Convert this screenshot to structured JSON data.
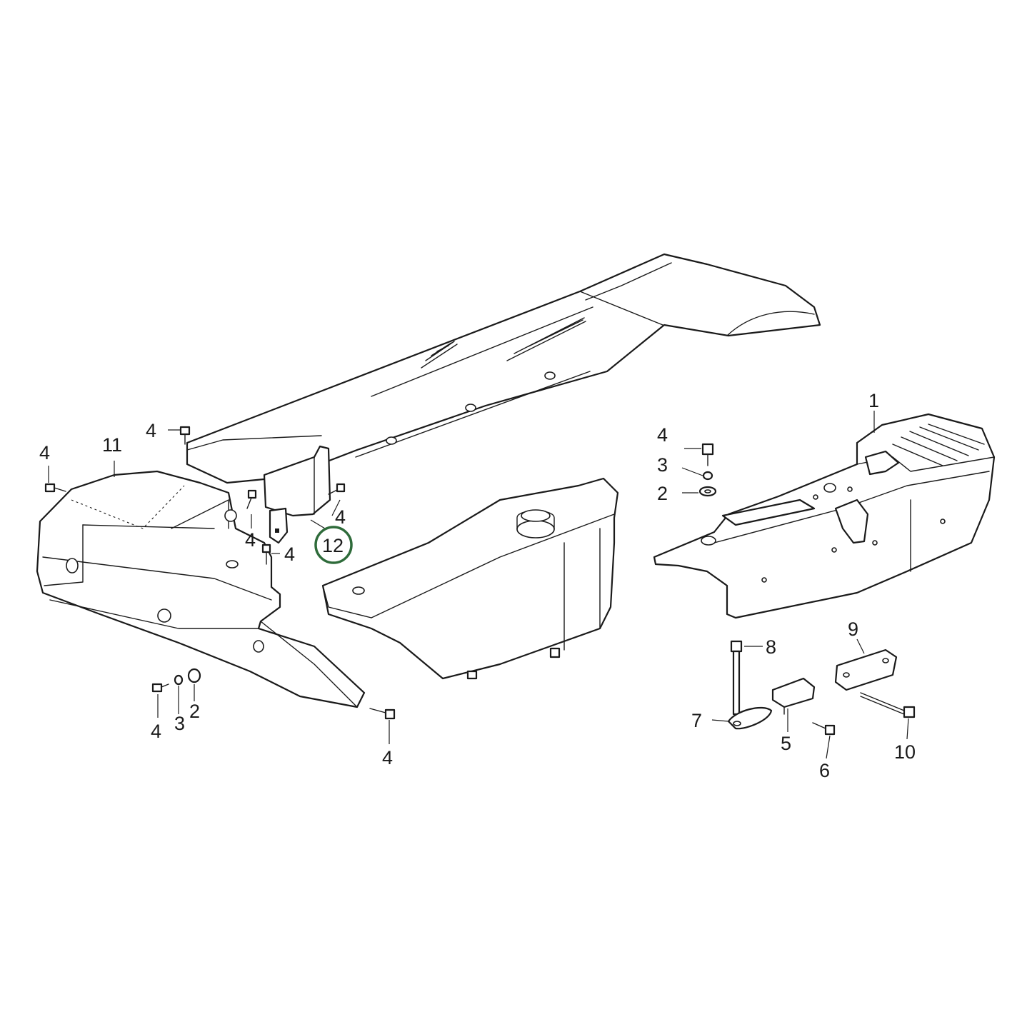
{
  "diagram": {
    "callouts": {
      "c1": "1",
      "c2": "2",
      "c3": "3",
      "c4": "4",
      "c5": "5",
      "c6": "6",
      "c7": "7",
      "c8": "8",
      "c9": "9",
      "c10": "10",
      "c11": "11",
      "c12": "12"
    },
    "highlighted_callout": "12",
    "highlight_color": "#2e6b3a",
    "line_color": "#1a1a1a",
    "background": "#ffffff"
  }
}
